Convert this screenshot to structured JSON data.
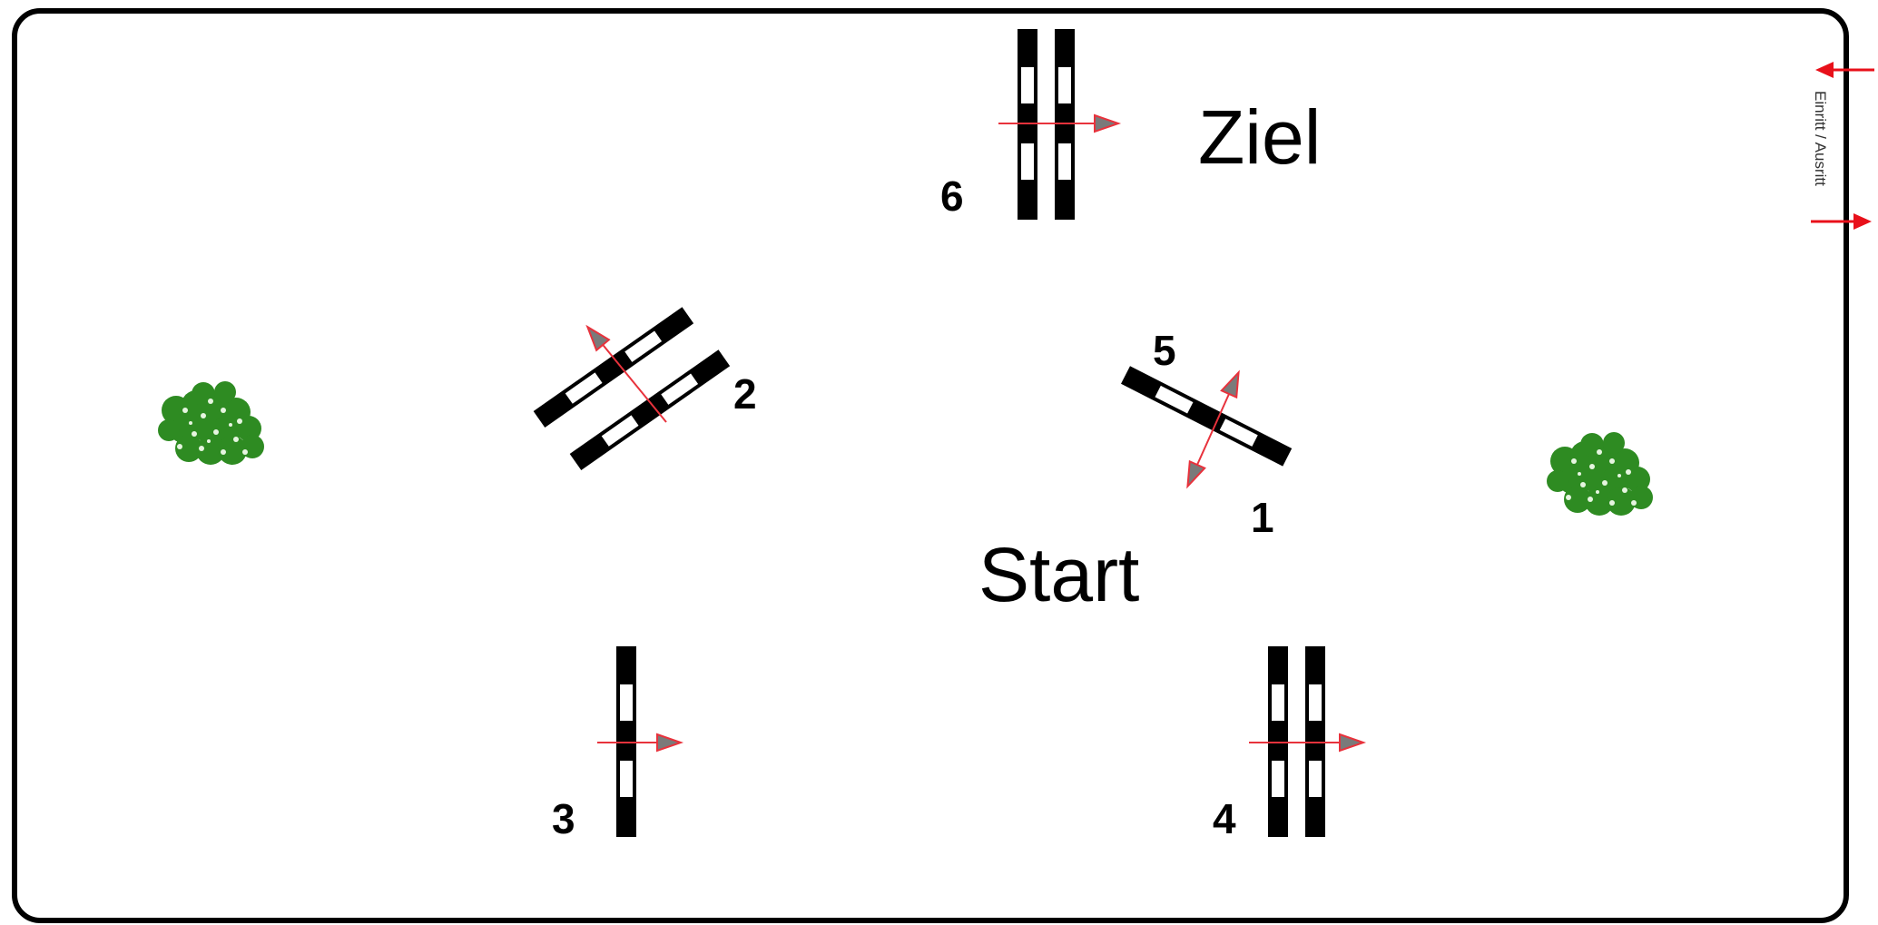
{
  "labels": {
    "finish": "Ziel",
    "start": "Start",
    "gate": "Einritt / Ausritt"
  },
  "obstacles": [
    {
      "number": "1",
      "type": "single-rail"
    },
    {
      "number": "2",
      "type": "double-rail"
    },
    {
      "number": "3",
      "type": "single-rail"
    },
    {
      "number": "4",
      "type": "double-rail"
    },
    {
      "number": "5",
      "type": "single-rail"
    },
    {
      "number": "6",
      "type": "double-rail"
    }
  ],
  "decorations": [
    {
      "type": "bush-icon",
      "side": "left"
    },
    {
      "type": "bush-icon",
      "side": "right"
    }
  ],
  "colors": {
    "border": "#000000",
    "rail_dark": "#000000",
    "rail_light": "#ffffff",
    "arrow_line": "#e8323c",
    "arrow_head": "#7a7a7a",
    "bush": "#2e8b22",
    "gate_arrow": "#e8101a"
  }
}
